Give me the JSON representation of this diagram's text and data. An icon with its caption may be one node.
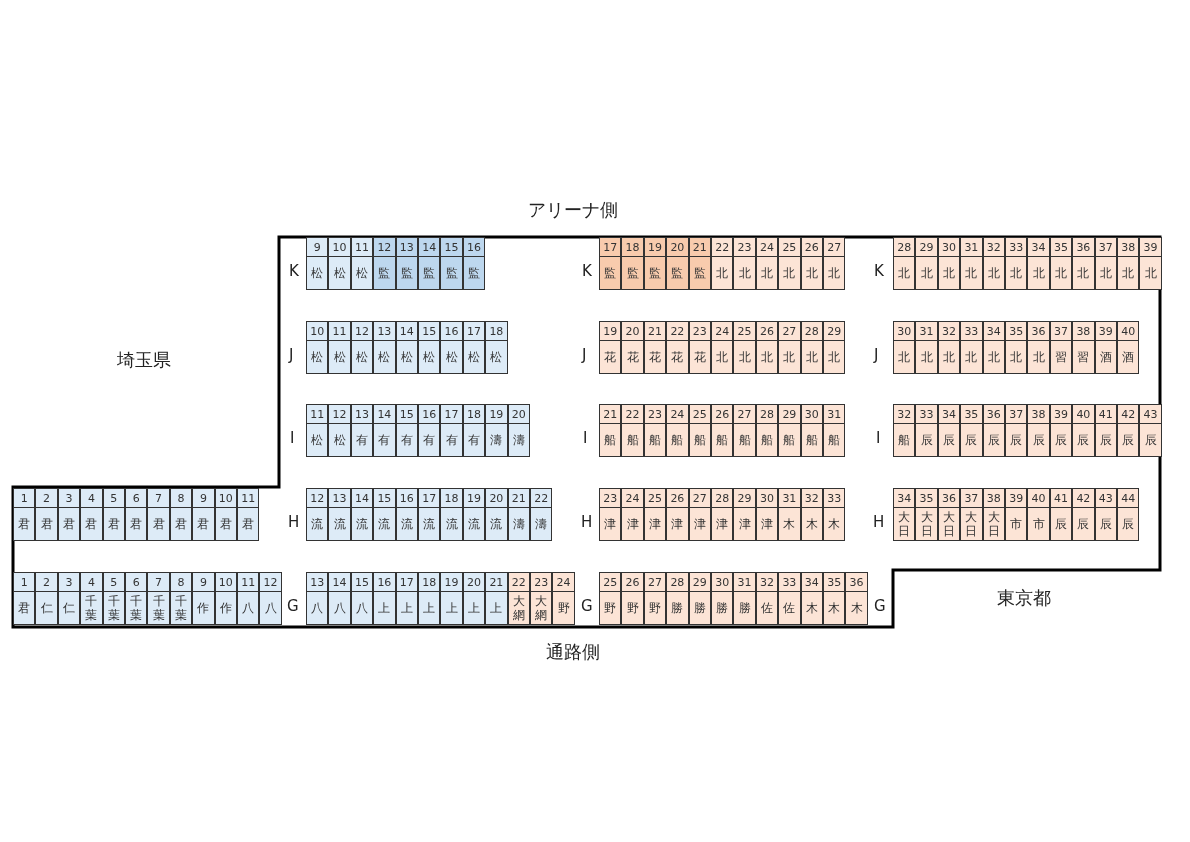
{
  "diagram": {
    "nodes": [
      {
        "text": [
          "9",
          "松"
        ]
      },
      {
        "text": [
          "10",
          "松"
        ]
      },
      {
        "text": [
          "11",
          "松"
        ]
      },
      {
        "text": [
          "12",
          "監"
        ]
      },
      {
        "text": [
          "13",
          "監"
        ]
      },
      {
        "text": [
          "14",
          "監"
        ]
      },
      {
        "text": [
          "15",
          "監"
        ]
      },
      {
        "text": [
          "16",
          "監"
        ]
      },
      {
        "text": [
          "17",
          "監"
        ]
      },
      {
        "text": [
          "18",
          "監"
        ]
      },
      {
        "text": [
          "19",
          "監"
        ]
      },
      {
        "text": [
          "20",
          "監"
        ]
      },
      {
        "text": [
          "21",
          "監"
        ]
      },
      {
        "text": [
          "22",
          "北"
        ]
      },
      {
        "text": [
          "23",
          "北"
        ]
      },
      {
        "text": [
          "24",
          "北"
        ]
      },
      {
        "text": [
          "25",
          "北"
        ]
      },
      {
        "text": [
          "26",
          "北"
        ]
      },
      {
        "text": [
          "27",
          "北"
        ]
      },
      {
        "text": [
          "28",
          "北"
        ]
      },
      {
        "text": [
          "29",
          "北"
        ]
      },
      {
        "text": [
          "30",
          "北"
        ]
      },
      {
        "text": [
          "31",
          "北"
        ]
      },
      {
        "text": [
          "32",
          "北"
        ]
      },
      {
        "text": [
          "33",
          "北"
        ]
      },
      {
        "text": [
          "34",
          "北"
        ]
      },
      {
        "text": [
          "35",
          "北"
        ]
      },
      {
        "text": [
          "36",
          "北"
        ]
      },
      {
        "text": [
          "37",
          "北"
        ]
      },
      {
        "text": [
          "38",
          "北"
        ]
      },
      {
        "text": [
          "39",
          "北"
        ]
      },
      {
        "text": [
          "10",
          "松"
        ]
      },
      {
        "text": [
          "11",
          "松"
        ]
      },
      {
        "text": [
          "12",
          "松"
        ]
      },
      {
        "text": [
          "13",
          "松"
        ]
      },
      {
        "text": [
          "14",
          "松"
        ]
      },
      {
        "text": [
          "15",
          "松"
        ]
      },
      {
        "text": [
          "16",
          "松"
        ]
      },
      {
        "text": [
          "17",
          "松"
        ]
      },
      {
        "text": [
          "18",
          "松"
        ]
      },
      {
        "text": [
          "19",
          "花"
        ]
      },
      {
        "text": [
          "20",
          "花"
        ]
      },
      {
        "text": [
          "21",
          "花"
        ]
      },
      {
        "text": [
          "22",
          "花"
        ]
      },
      {
        "text": [
          "23",
          "花"
        ]
      },
      {
        "text": [
          "24",
          "北"
        ]
      },
      {
        "text": [
          "25",
          "北"
        ]
      },
      {
        "text": [
          "26",
          "北"
        ]
      },
      {
        "text": [
          "27",
          "北"
        ]
      },
      {
        "text": [
          "28",
          "北"
        ]
      },
      {
        "text": [
          "29",
          "北"
        ]
      },
      {
        "text": [
          "30",
          "北"
        ]
      },
      {
        "text": [
          "31",
          "北"
        ]
      },
      {
        "text": [
          "32",
          "北"
        ]
      },
      {
        "text": [
          "33",
          "北"
        ]
      },
      {
        "text": [
          "34",
          "北"
        ]
      },
      {
        "text": [
          "35",
          "北"
        ]
      },
      {
        "text": [
          "36",
          "北"
        ]
      },
      {
        "text": [
          "37",
          "習"
        ]
      },
      {
        "text": [
          "38",
          "習"
        ]
      },
      {
        "text": [
          "39",
          "酒"
        ]
      },
      {
        "text": [
          "40",
          "酒"
        ]
      },
      {
        "text": [
          "11",
          "松"
        ]
      },
      {
        "text": [
          "12",
          "松"
        ]
      },
      {
        "text": [
          "13",
          "有"
        ]
      },
      {
        "text": [
          "14",
          "有"
        ]
      },
      {
        "text": [
          "15",
          "有"
        ]
      },
      {
        "text": [
          "16",
          "有"
        ]
      },
      {
        "text": [
          "17",
          "有"
        ]
      },
      {
        "text": [
          "18",
          "有"
        ]
      },
      {
        "text": [
          "19",
          "濤"
        ]
      },
      {
        "text": [
          "20",
          "濤"
        ]
      },
      {
        "text": [
          "21",
          "船"
        ]
      },
      {
        "text": [
          "22",
          "船"
        ]
      },
      {
        "text": [
          "23",
          "船"
        ]
      },
      {
        "text": [
          "24",
          "船"
        ]
      },
      {
        "text": [
          "25",
          "船"
        ]
      },
      {
        "text": [
          "26",
          "船"
        ]
      },
      {
        "text": [
          "27",
          "船"
        ]
      },
      {
        "text": [
          "28",
          "船"
        ]
      },
      {
        "text": [
          "29",
          "船"
        ]
      },
      {
        "text": [
          "30",
          "船"
        ]
      },
      {
        "text": [
          "31",
          "船"
        ]
      },
      {
        "text": [
          "32",
          "船"
        ]
      },
      {
        "text": [
          "33",
          "辰"
        ]
      },
      {
        "text": [
          "34",
          "辰"
        ]
      },
      {
        "text": [
          "35",
          "辰"
        ]
      },
      {
        "text": [
          "36",
          "辰"
        ]
      },
      {
        "text": [
          "37",
          "辰"
        ]
      },
      {
        "text": [
          "38",
          "辰"
        ]
      },
      {
        "text": [
          "39",
          "辰"
        ]
      },
      {
        "text": [
          "40",
          "辰"
        ]
      },
      {
        "text": [
          "41",
          "辰"
        ]
      },
      {
        "text": [
          "42",
          "辰"
        ]
      },
      {
        "text": [
          "43",
          "辰"
        ]
      },
      {
        "text": [
          "1",
          "君"
        ]
      },
      {
        "text": [
          "2",
          "君"
        ]
      },
      {
        "text": [
          "3",
          "君"
        ]
      },
      {
        "text": [
          "4",
          "君"
        ]
      },
      {
        "text": [
          "5",
          "君"
        ]
      },
      {
        "text": [
          "6",
          "君"
        ]
      },
      {
        "text": [
          "7",
          "君"
        ]
      },
      {
        "text": [
          "8",
          "君"
        ]
      },
      {
        "text": [
          "9",
          "君"
        ]
      },
      {
        "text": [
          "10",
          "君"
        ]
      },
      {
        "text": [
          "11",
          "君"
        ]
      },
      {
        "text": [
          "12",
          "流"
        ]
      },
      {
        "text": [
          "13",
          "流"
        ]
      },
      {
        "text": [
          "14",
          "流"
        ]
      },
      {
        "text": [
          "15",
          "流"
        ]
      },
      {
        "text": [
          "16",
          "流"
        ]
      },
      {
        "text": [
          "17",
          "流"
        ]
      },
      {
        "text": [
          "18",
          "流"
        ]
      },
      {
        "text": [
          "19",
          "流"
        ]
      },
      {
        "text": [
          "20",
          "流"
        ]
      },
      {
        "text": [
          "21",
          "濤"
        ]
      },
      {
        "text": [
          "22",
          "濤"
        ]
      },
      {
        "text": [
          "23",
          "津"
        ]
      },
      {
        "text": [
          "24",
          "津"
        ]
      },
      {
        "text": [
          "25",
          "津"
        ]
      },
      {
        "text": [
          "26",
          "津"
        ]
      },
      {
        "text": [
          "27",
          "津"
        ]
      },
      {
        "text": [
          "28",
          "津"
        ]
      },
      {
        "text": [
          "29",
          "津"
        ]
      },
      {
        "text": [
          "30",
          "津"
        ]
      },
      {
        "text": [
          "31",
          "木"
        ]
      },
      {
        "text": [
          "32",
          "木"
        ]
      },
      {
        "text": [
          "33",
          "木"
        ]
      },
      {
        "text": [
          "34",
          "大日"
        ]
      },
      {
        "text": [
          "35",
          "大日"
        ]
      },
      {
        "text": [
          "36",
          "大日"
        ]
      },
      {
        "text": [
          "37",
          "大日"
        ]
      },
      {
        "text": [
          "38",
          "大日"
        ]
      },
      {
        "text": [
          "39",
          "市"
        ]
      },
      {
        "text": [
          "40",
          "市"
        ]
      },
      {
        "text": [
          "41",
          "辰"
        ]
      },
      {
        "text": [
          "42",
          "辰"
        ]
      },
      {
        "text": [
          "43",
          "辰"
        ]
      },
      {
        "text": [
          "44",
          "辰"
        ]
      },
      {
        "text": [
          "1",
          "君"
        ]
      },
      {
        "text": [
          "2",
          "仁"
        ]
      },
      {
        "text": [
          "3",
          "仁"
        ]
      },
      {
        "text": [
          "4",
          "千葉"
        ]
      },
      {
        "text": [
          "5",
          "千葉"
        ]
      },
      {
        "text": [
          "6",
          "千葉"
        ]
      },
      {
        "text": [
          "7",
          "千葉"
        ]
      },
      {
        "text": [
          "8",
          "千葉"
        ]
      },
      {
        "text": [
          "9",
          "作"
        ]
      },
      {
        "text": [
          "10",
          "作"
        ]
      },
      {
        "text": [
          "11",
          "八"
        ]
      },
      {
        "text": [
          "12",
          "八"
        ]
      },
      {
        "text": [
          "13",
          "八"
        ]
      },
      {
        "text": [
          "14",
          "八"
        ]
      },
      {
        "text": [
          "15",
          "八"
        ]
      },
      {
        "text": [
          "16",
          "上"
        ]
      },
      {
        "text": [
          "17",
          "上"
        ]
      },
      {
        "text": [
          "18",
          "上"
        ]
      },
      {
        "text": [
          "19",
          "上"
        ]
      },
      {
        "text": [
          "20",
          "上"
        ]
      },
      {
        "text": [
          "21",
          "上"
        ]
      },
      {
        "text": [
          "22",
          "大網"
        ]
      },
      {
        "text": [
          "23",
          "大網"
        ]
      },
      {
        "text": [
          "24",
          "野"
        ]
      },
      {
        "text": [
          "25",
          "野"
        ]
      },
      {
        "text": [
          "26",
          "野"
        ]
      },
      {
        "text": [
          "27",
          "野"
        ]
      },
      {
        "text": [
          "28",
          "勝"
        ]
      },
      {
        "text": [
          "29",
          "勝"
        ]
      },
      {
        "text": [
          "30",
          "勝"
        ]
      },
      {
        "text": [
          "31",
          "勝"
        ]
      },
      {
        "text": [
          "32",
          "佐"
        ]
      },
      {
        "text": [
          "33",
          "佐"
        ]
      },
      {
        "text": [
          "34",
          "木"
        ]
      },
      {
        "text": [
          "35",
          "木"
        ]
      },
      {
        "text": [
          "36",
          "木"
        ]
      }
    ],
    "labels": [
      "アリーナ側",
      "K",
      "K",
      "K",
      "埼玉県",
      "J",
      "J",
      "J",
      "I",
      "I",
      "I",
      "H",
      "H",
      "H",
      "G",
      "G",
      "G",
      "東京都",
      "通路側"
    ]
  }
}
